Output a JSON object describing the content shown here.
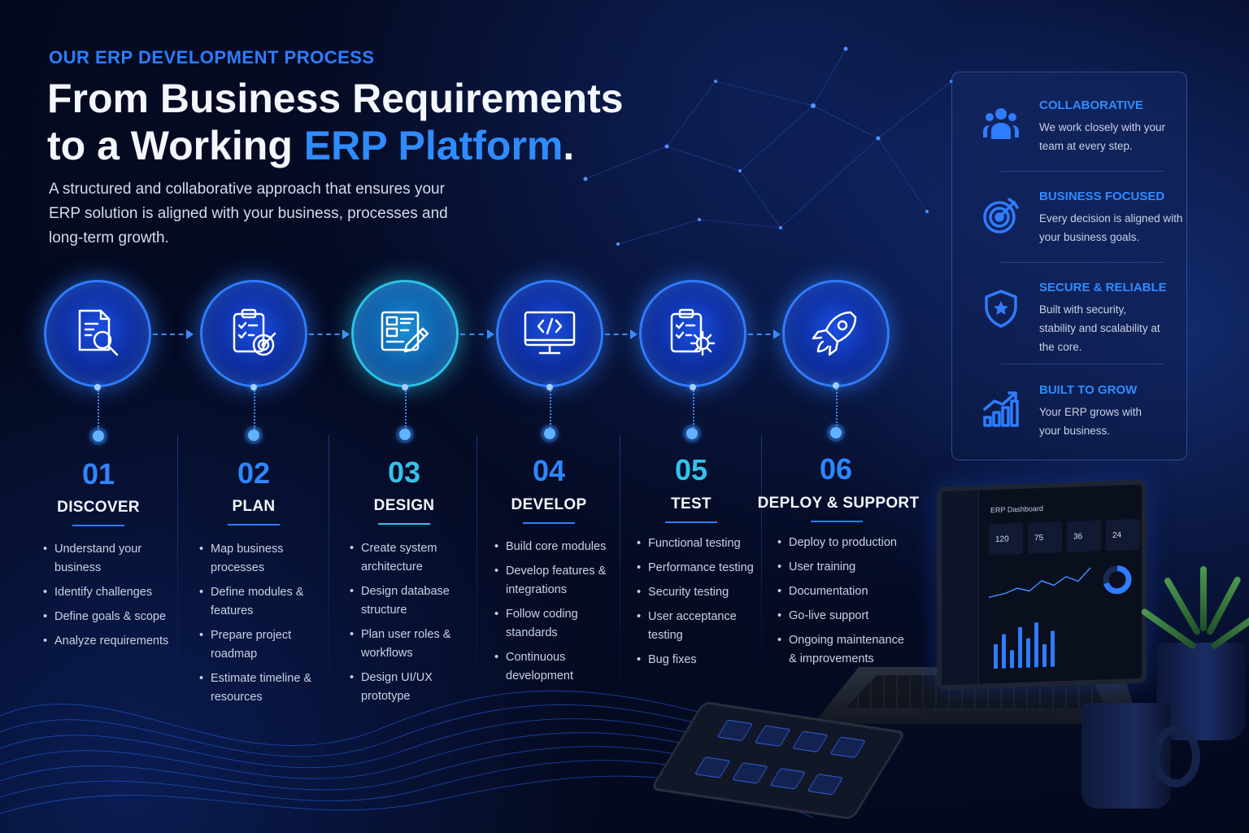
{
  "header": {
    "eyebrow": "OUR ERP DEVELOPMENT PROCESS",
    "headline_line1": "From Business Requirements",
    "headline_line2_prefix": "to a Working ",
    "headline_accent": "ERP Platform",
    "headline_suffix": ".",
    "subtitle": "A structured and collaborative approach that ensures your ERP solution is aligned with your business, processes and long-term growth."
  },
  "steps": [
    {
      "num": "01",
      "title": "DISCOVER",
      "icon": "document-search-icon",
      "bullets": [
        "Understand your business",
        "Identify challenges",
        "Define goals & scope",
        "Analyze requirements"
      ]
    },
    {
      "num": "02",
      "title": "PLAN",
      "icon": "clipboard-target-icon",
      "bullets": [
        "Map business processes",
        "Define modules & features",
        "Prepare project roadmap",
        "Estimate timeline & resources"
      ]
    },
    {
      "num": "03",
      "title": "DESIGN",
      "icon": "wireframe-pencil-icon",
      "bullets": [
        "Create system architecture",
        "Design database structure",
        "Plan user roles & workflows",
        "Design UI/UX prototype"
      ]
    },
    {
      "num": "04",
      "title": "DEVELOP",
      "icon": "code-monitor-icon",
      "bullets": [
        "Build core modules",
        "Develop features & integrations",
        "Follow coding standards",
        "Continuous development"
      ]
    },
    {
      "num": "05",
      "title": "TEST",
      "icon": "clipboard-gear-icon",
      "bullets": [
        "Functional testing",
        "Performance testing",
        "Security testing",
        "User acceptance testing",
        "Bug fixes"
      ]
    },
    {
      "num": "06",
      "title": "DEPLOY & SUPPORT",
      "icon": "rocket-icon",
      "bullets": [
        "Deploy to production",
        "User training",
        "Documentation",
        "Go-live support",
        "Ongoing maintenance & improvements"
      ]
    }
  ],
  "features": [
    {
      "title": "COLLABORATIVE",
      "desc": "We work closely with your team at every step.",
      "icon": "team-icon"
    },
    {
      "title": "BUSINESS FOCUSED",
      "desc": "Every decision is aligned with your business goals.",
      "icon": "target-icon"
    },
    {
      "title": "SECURE & RELIABLE",
      "desc": "Built with security, stability and scalability at the core.",
      "icon": "shield-icon"
    },
    {
      "title": "BUILT TO GROW",
      "desc": "Your ERP grows with your business.",
      "icon": "growth-chart-icon"
    }
  ],
  "laptop": {
    "dashboard_title": "ERP Dashboard",
    "stats": [
      "120",
      "75",
      "36",
      "24"
    ]
  },
  "colors": {
    "accent": "#2f8cff",
    "teal": "#35c2ea",
    "background": "#050b24"
  }
}
